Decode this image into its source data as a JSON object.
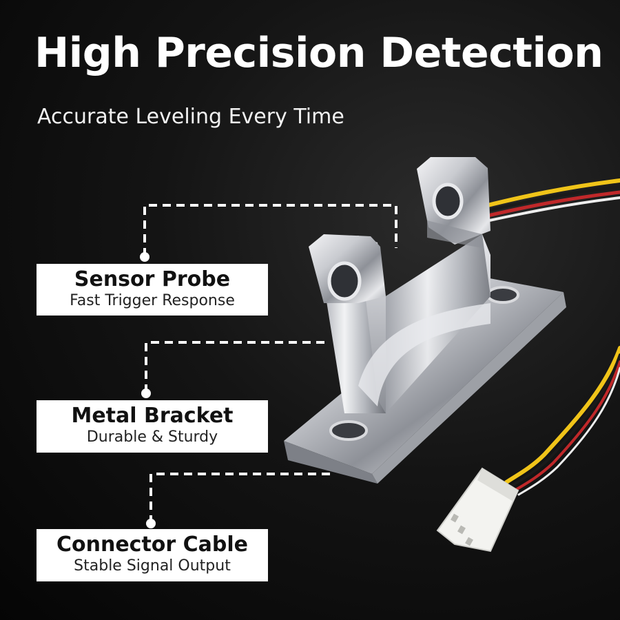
{
  "header": {
    "title": "High Precision Detection",
    "subtitle": "Accurate Leveling Every Time"
  },
  "callouts": [
    {
      "title": "Sensor Probe",
      "subtitle": "Fast Trigger Response"
    },
    {
      "title": "Metal Bracket",
      "subtitle": "Durable & Sturdy"
    },
    {
      "title": "Connector Cable",
      "subtitle": "Stable Signal Output"
    }
  ],
  "colors": {
    "background": "#0a0a0a",
    "text": "#ffffff",
    "label_box": "#ffffff",
    "wire_yellow": "#f0c419",
    "wire_black": "#1a1a1a",
    "wire_red": "#c0282a",
    "wire_white": "#eeeeee"
  }
}
